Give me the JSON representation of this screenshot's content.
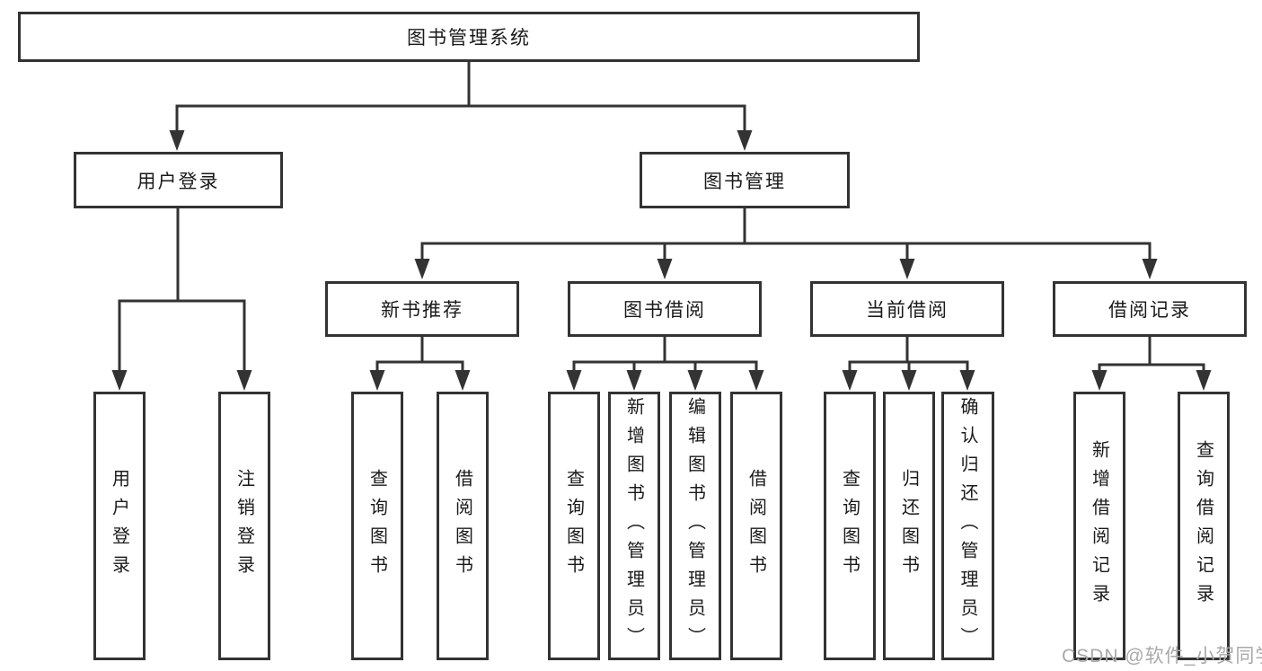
{
  "tree": {
    "root": "图书管理系统",
    "user_login": {
      "label": "用户登录",
      "children": [
        "用户登录",
        "注销登录"
      ]
    },
    "book_management": {
      "label": "图书管理",
      "groups": [
        {
          "label": "新书推荐",
          "children": [
            "查询图书",
            "借阅图书"
          ]
        },
        {
          "label": "图书借阅",
          "children": [
            "查询图书",
            "新增图书（管理员）",
            "编辑图书（管理员）",
            "借阅图书"
          ]
        },
        {
          "label": "当前借阅",
          "children": [
            "查询图书",
            "归还图书",
            "确认归还（管理员）"
          ]
        },
        {
          "label": "借阅记录",
          "children": [
            "新增借阅记录",
            "查询借阅记录"
          ]
        }
      ]
    }
  },
  "watermark": "CSDN @软件_小贺同学",
  "colors": {
    "line": "#333333",
    "text": "#1a1a1a",
    "watermark": "#a9a9a9",
    "background": "#ffffff"
  }
}
